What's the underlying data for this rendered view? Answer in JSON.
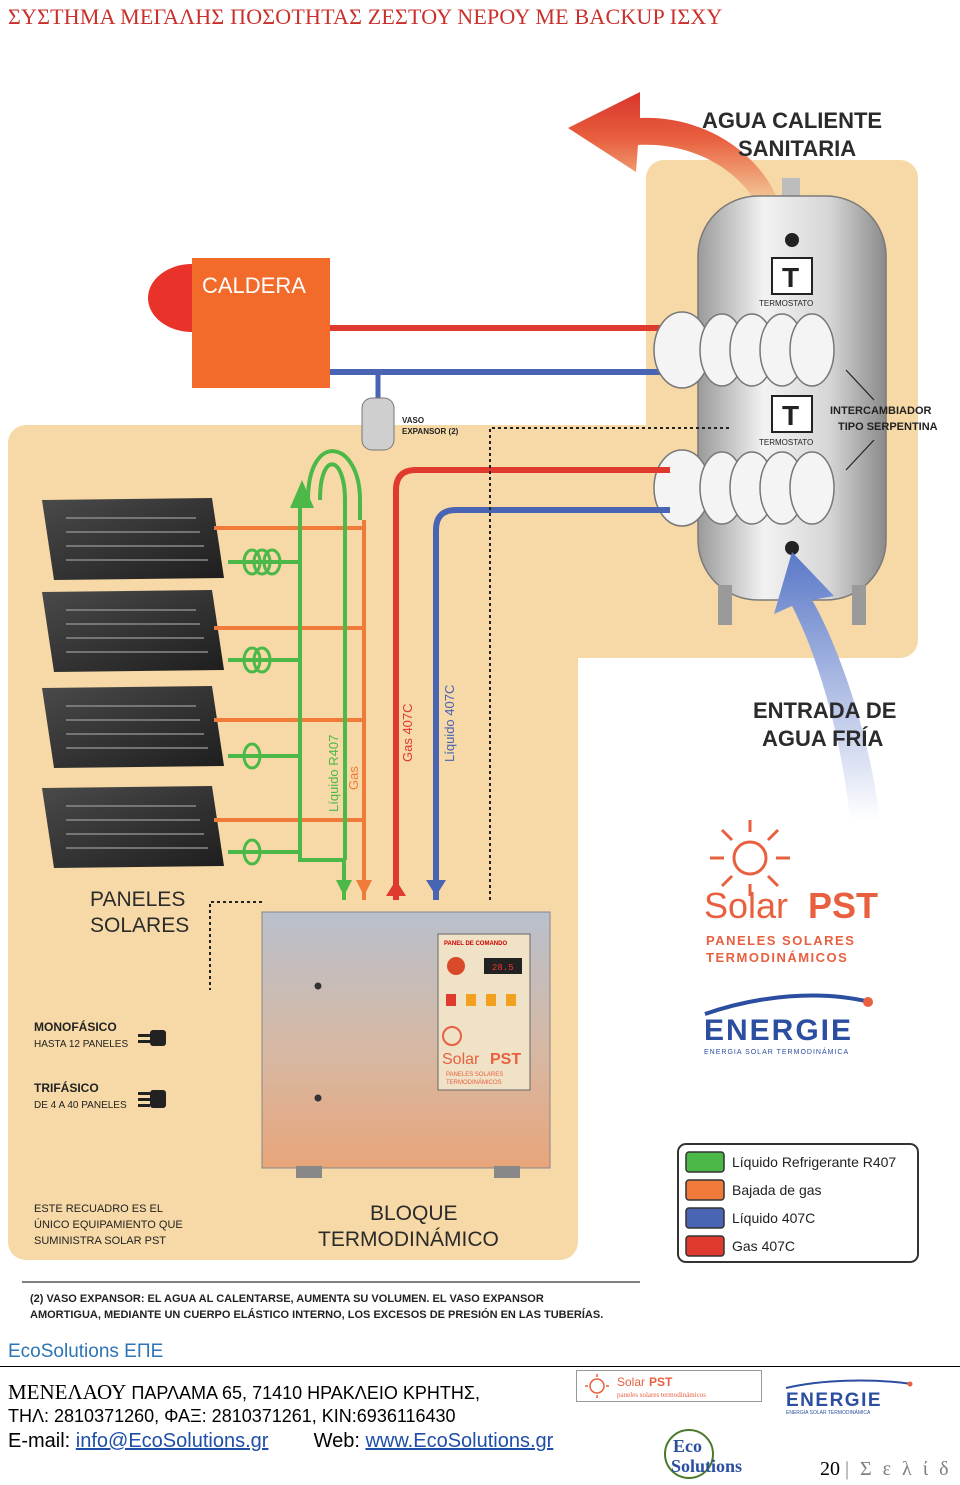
{
  "doc_title": "ΣΥΣΤΗΜΑ ΜΕΓΑΛΗΣ ΠΟΣΟΤΗΤΑΣ ΖΕΣΤΟΥ ΝΕΡΟΥ ΜΕ BACKUP ΙΣΧΥ",
  "diagram": {
    "agua_caliente": [
      "AGUA CALIENTE",
      "SANITARIA"
    ],
    "caldera": "CALDERA",
    "termostato_1": "TERMOSTATO",
    "termostato_2": "TERMOSTATO",
    "vaso_expansor": [
      "VASO",
      "EXPANSOR (2)"
    ],
    "intercambiador": [
      "INTERCAMBIADOR",
      "TIPO SERPENTINA"
    ],
    "entrada": [
      "ENTRADA DE",
      "AGUA FRÍA"
    ],
    "pipe_liquido_r407": "Líquido R407",
    "pipe_gas": "Gas",
    "pipe_gas_407c": "Gas 407C",
    "pipe_liquido_407c": "Líquido 407C",
    "paneles": [
      "PANELES",
      "SOLARES"
    ],
    "monofasico": [
      "MONOFÁSICO",
      "HASTA 12 PANELES"
    ],
    "trifasico": [
      "TRIFÁSICO",
      "DE 4 A 40 PANELES"
    ],
    "cuadro_note": [
      "ESTE RECUADRO ES EL",
      "ÚNICO EQUIPAMIENTO QUE",
      "SUMINISTRA SOLAR PST"
    ],
    "bloque": [
      "BLOQUE",
      "TERMODINÁMICO"
    ],
    "panel_de_comando": "PANEL DE COMANDO",
    "panel_display": "28.5",
    "box_logo_solar": "Solar",
    "box_logo_pst": "PST",
    "box_logo_sub": [
      "PANELES SOLARES",
      "TERMODINÁMICOS"
    ],
    "solar_logo": "Solar",
    "pst_logo": "PST",
    "solar_sub": [
      "PANELES SOLARES",
      "TERMODINÁMICOS"
    ],
    "energie_logo": "ENERGIE",
    "energie_sub": "ENERGIA SOLAR TERMODINÁMICA",
    "legend": [
      {
        "label": "Líquido Refrigerante R407",
        "color": "#4cb848"
      },
      {
        "label": "Bajada de gas",
        "color": "#f07a3a"
      },
      {
        "label": "Líquido 407C",
        "color": "#4a64b4"
      },
      {
        "label": "Gas 407C",
        "color": "#e03a2e"
      }
    ],
    "footnote": [
      "(2) VASO EXPANSOR: EL AGUA AL CALENTARSE, AUMENTA SU VOLUMEN. EL VASO EXPANSOR",
      "AMORTIGUA, MEDIANTE UN CUERPO ELÁSTICO INTERNO, LOS EXCESOS DE PRESIÓN EN LAS TUBERÍAS."
    ]
  },
  "footer": {
    "company": "EcoSolutions ΕΠΕ",
    "street": "ΜΕΝΕΛΑΟΥ",
    "address": "ΠΑΡΛΑΜΑ 65, 71410 ΗΡΑΚΛΕΙΟ ΚΡΗΤΗΣ,",
    "phone": "ΤΗΛ: 2810371260,   ΦΑΞ: 2810371261, ΚΙΝ:6936116430",
    "email_label": "E-mail:",
    "email": "info@EcoSolutions.gr",
    "web_label": "Web:",
    "web": "www.EcoSolutions.gr",
    "page_number": "20",
    "page_word": "| Σ ε λ ί δ α",
    "logo_solar": "Solar",
    "logo_pst": "PST",
    "logo_solar_sub": "paneles solares termodinámicos",
    "logo_energie": "ENERGIE",
    "logo_energie_sub": "ENERGIA SOLAR TERMODINÁMICA",
    "logo_eco": "Eco",
    "logo_solutions": "Solutions"
  },
  "colors": {
    "title_red": "#c9302c",
    "background_beige": "#f6d9a6",
    "caldera_orange": "#f26b2a",
    "liquid_green": "#4cb848",
    "gas_orange": "#f07a3a",
    "pipe_blue": "#4a64b4",
    "pipe_red": "#e03a2e",
    "company_blue": "#2e74b5"
  }
}
